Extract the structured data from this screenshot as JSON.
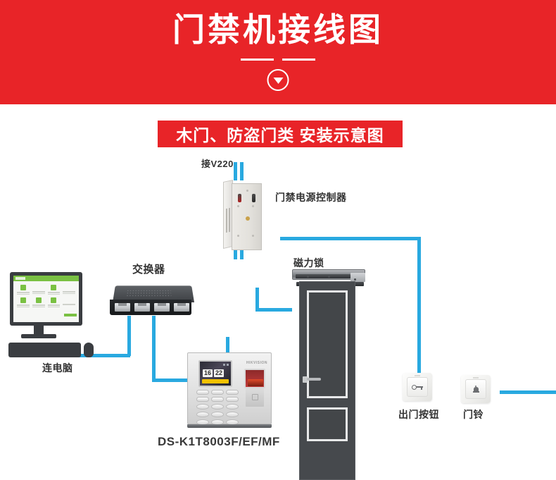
{
  "header": {
    "title": "门禁机接线图",
    "arrow_icon": "chevron-down-circle-icon"
  },
  "subtitle": {
    "text": "木门、防盗门类 安装示意图"
  },
  "diagram": {
    "labels": {
      "power_input": "接V220",
      "power_controller": "门禁电源控制器",
      "network_switch": "交换器",
      "magnetic_lock": "磁力锁",
      "connect_pc": "连电脑",
      "exit_button": "出门按钮",
      "doorbell": "门铃",
      "terminal_model": "DS-K1T8003F/EF/MF"
    },
    "terminal": {
      "brand": "HIKVISION",
      "time_hours": "16",
      "time_minutes": "22"
    },
    "icons": {
      "exit_button": "key-icon",
      "doorbell": "bell-icon"
    }
  },
  "colors": {
    "brand_red": "#e82428",
    "wire_blue": "#29a9e0",
    "door_gray": "#46494d",
    "screen_green": "#7ac143",
    "status_yellow": "#f2c200"
  }
}
